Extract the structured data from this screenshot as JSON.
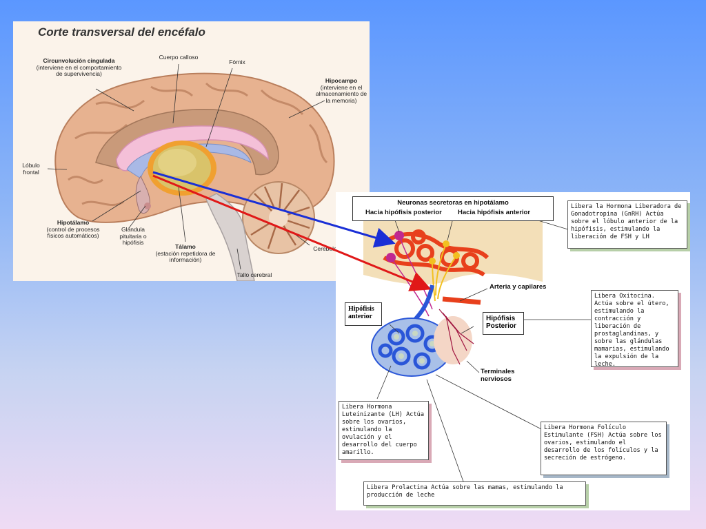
{
  "brain": {
    "title": "Corte transversal del encéfalo",
    "labels": {
      "cingulate_name": "Circunvolución cingulada",
      "cingulate_desc": "(interviene en el comportamiento de supervivencia)",
      "corpus": "Cuerpo calloso",
      "fornix": "Fórnix",
      "hippo_name": "Hipocampo",
      "hippo_desc": "(interviene en el almacenamiento de la memoria)",
      "frontal": "Lóbulo frontal",
      "hypo_name": "Hipotálamo",
      "hypo_desc": "(control de procesos físicos automáticos)",
      "pituitary": "Glándula pituitaria o hipófisis",
      "thalamus_name": "Tálamo",
      "thalamus_desc": "(estación repetidora de información)",
      "cerebellum": "Cerebelo",
      "stem": "Tallo cerebral"
    }
  },
  "pituitary": {
    "neurons_header": "Neuronas secretoras en hipotálamo",
    "to_posterior": "Hacia hipófisis posterior",
    "to_anterior": "Hacia hipófisis anterior",
    "artery": "Arteria y capilares",
    "anterior_tag": "Hipófisis anterior",
    "posterior_tag": "Hipófisis Posterior",
    "terminals": "Terminales nerviosos",
    "gnrh_box": "Libera la Hormona Liberadora de Gonadotropina (GnRH) Actúa sobre el lóbulo anterior de la hipófisis, estimulando la liberación de FSH y LH",
    "oxytocin_box": "Libera Oxitocina. Actúa sobre el útero, estimulando la contracción y liberación de prostaglandinas, y sobre las glándulas mamarias, estimulando la expulsión de la leche.",
    "lh_box": "Libera Hormona Luteinizante (LH) Actúa sobre los ovarios, estimulando la ovulación y el desarrollo del cuerpo amarillo.",
    "fsh_box": "Libera Hormona Folículo Estimulante (FSH) Actúa sobre los ovarios, estimulando el desarrollo de los folículos y la secreción de estrógeno.",
    "prolactin_box": "Libera Prolactina Actúa sobre las mamas, estimulando la producción de leche"
  },
  "colors": {
    "background_top": "#5b97ff",
    "background_bottom": "#efdbf4",
    "arrow_blue": "#1a2fd6",
    "arrow_red": "#e01818"
  }
}
